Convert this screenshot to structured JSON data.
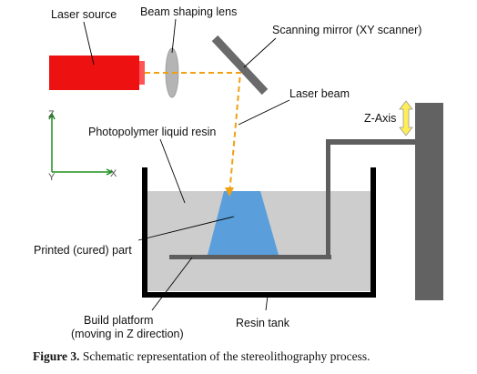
{
  "labels": {
    "laser_source": "Laser source",
    "beam_shaping_lens": "Beam shaping lens",
    "scanning_mirror": "Scanning mirror  (XY scanner)",
    "laser_beam": "Laser beam",
    "z_axis": "Z-Axis",
    "photopolymer_resin": "Photopolymer liquid resin",
    "printed_part": "Printed (cured) part",
    "build_platform_line1": "Build platform",
    "build_platform_line2": "(moving in Z direction)",
    "resin_tank": "Resin tank"
  },
  "axes": {
    "z": "Z",
    "y": "Y",
    "x": "X"
  },
  "caption": {
    "figure_label": "Figure 3.",
    "text": " Schematic representation of the stereolithography process."
  },
  "colors": {
    "laser": "#ee1111",
    "laser_tip": "#ff5555",
    "beam": "#f0a010",
    "lens": "#b4b4b4",
    "mirror": "#6a6a6a",
    "resin": "#cdcdcd",
    "part": "#5a9fdc",
    "tank": "#000000",
    "platform": "#5e5e5e",
    "column": "#626262",
    "axes": "#1f8f1f",
    "z_arrow": "#ffee55"
  }
}
